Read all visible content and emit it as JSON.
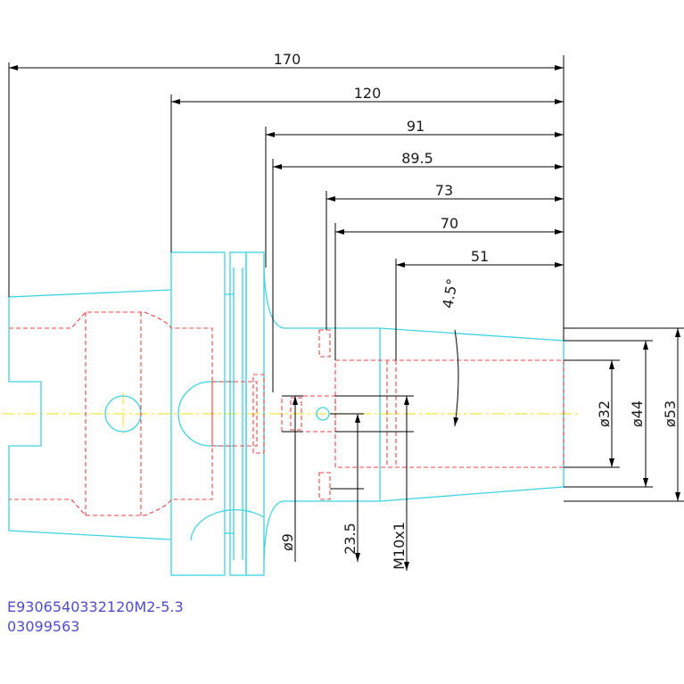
{
  "dimensions": {
    "len_170": "170",
    "len_120": "120",
    "len_91": "91",
    "len_89_5": "89.5",
    "len_73": "73",
    "len_70": "70",
    "len_51": "51",
    "angle": "4.5°",
    "dia_32": "ø32",
    "dia_44": "ø44",
    "dia_53": "ø53",
    "dia_9": "ø9",
    "depth": "23.5",
    "thread": "M10x1"
  },
  "part_code": {
    "line1": "E9306540332120M2-5.3",
    "line2": "03099563"
  },
  "colors": {
    "outline": "#3fd3e0",
    "hidden": "#ef4444",
    "centerline": "#f3e73b",
    "dimension": "#000000",
    "code_text": "#4d4dcc"
  }
}
